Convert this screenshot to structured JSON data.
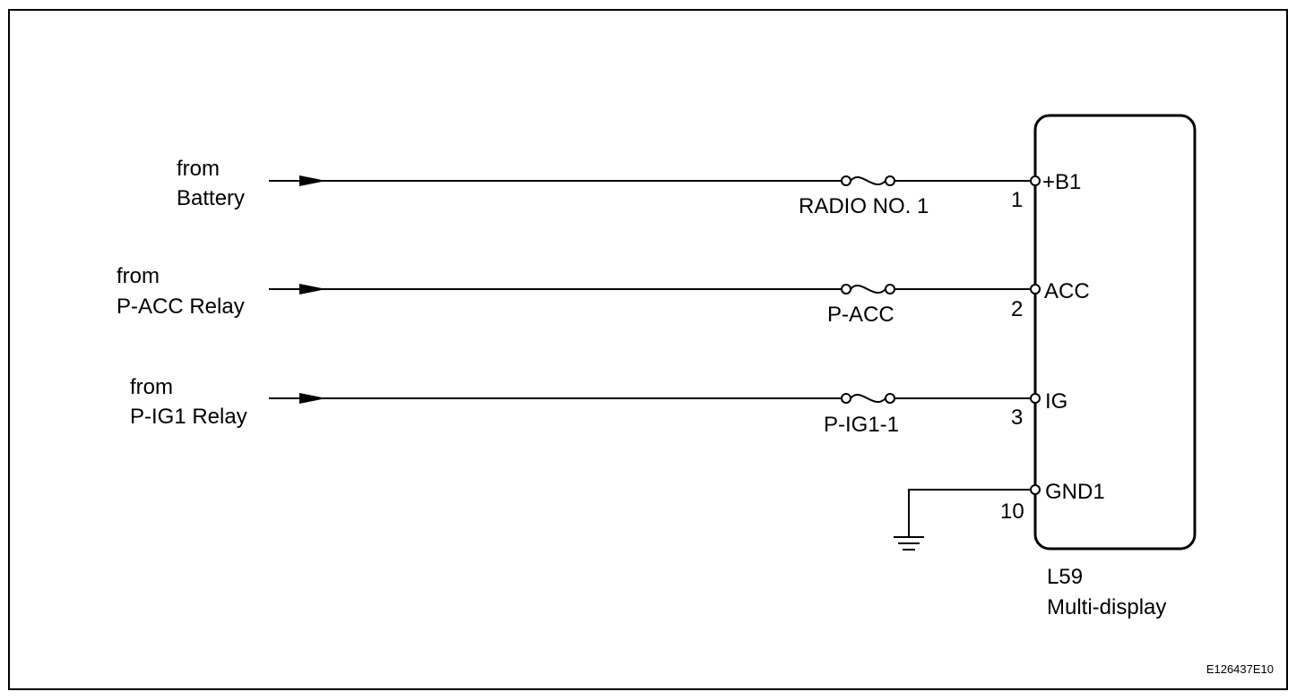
{
  "sources": [
    {
      "line1": "from",
      "line2": "Battery"
    },
    {
      "line1": "from",
      "line2": "P-ACC Relay"
    },
    {
      "line1": "from",
      "line2": "P-IG1 Relay"
    }
  ],
  "fuses": [
    "RADIO NO. 1",
    "P-ACC",
    "P-IG1-1"
  ],
  "terminals": [
    {
      "number": "1",
      "name": "+B1"
    },
    {
      "number": "2",
      "name": "ACC"
    },
    {
      "number": "3",
      "name": "IG"
    },
    {
      "number": "10",
      "name": "GND1"
    }
  ],
  "component": {
    "code": "L59",
    "name": "Multi-display"
  },
  "figure_id": "E126437E10"
}
